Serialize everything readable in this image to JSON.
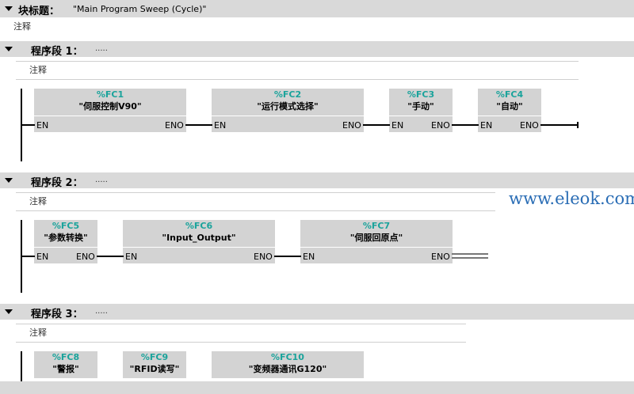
{
  "block": {
    "title_label": "块标题：",
    "title_value": "\"Main Program Sweep (Cycle)\"",
    "comment": "注释"
  },
  "networks": [
    {
      "label": "程序段 1：",
      "dots": ".....",
      "comment": "注释",
      "blocks": [
        {
          "num": "%FC1",
          "name": "\"伺服控制V90\""
        },
        {
          "num": "%FC2",
          "name": "\"运行模式选择\""
        },
        {
          "num": "%FC3",
          "name": "\"手动\""
        },
        {
          "num": "%FC4",
          "name": "\"自动\""
        }
      ]
    },
    {
      "label": "程序段 2：",
      "dots": ".....",
      "comment": "注释",
      "blocks": [
        {
          "num": "%FC5",
          "name": "\"参数转换\""
        },
        {
          "num": "%FC6",
          "name": "\"Input_Output\""
        },
        {
          "num": "%FC7",
          "name": "\"伺服回原点\""
        }
      ]
    },
    {
      "label": "程序段 3：",
      "dots": ".....",
      "comment": "注释",
      "blocks": [
        {
          "num": "%FC8",
          "name": "\"警报\""
        },
        {
          "num": "%FC9",
          "name": "\"RFID读写\""
        },
        {
          "num": "%FC10",
          "name": "\"变频器通讯G120\""
        }
      ]
    }
  ],
  "pins": {
    "en": "EN",
    "eno": "ENO"
  },
  "watermark": "www.eleok.com",
  "colors": {
    "header_bg": "#d9d9d9",
    "block_bg": "#d3d3d3",
    "block_number": "#1aa39b",
    "watermark": "#2a6db5"
  }
}
